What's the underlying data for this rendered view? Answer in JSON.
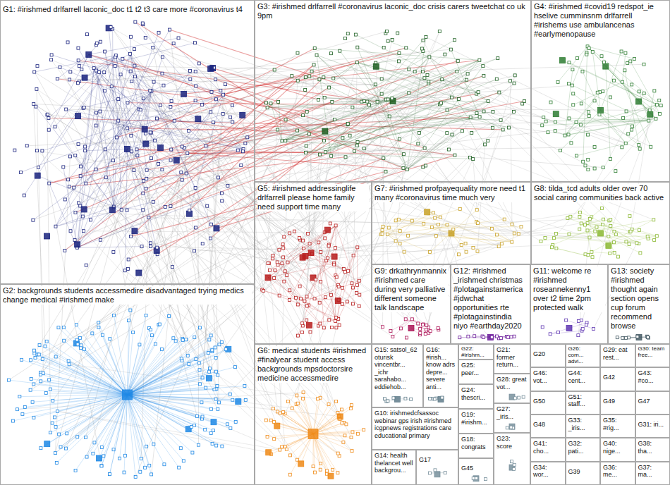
{
  "diagram": {
    "nodes": [
      {
        "text": [
          "G1: #irishmed drlfarrell laconic_doc t1 t2 t3 care more #coronavirus t4"
        ]
      },
      {
        "text": [
          "G3: #irishmed drlfarrell #coronavirus laconic_doc crisis carers tweetchat co uk 9pm"
        ]
      },
      {
        "text": [
          "G4: #irishmed #covid19 redspot_ie hselive cumminsnm drlfarrell #irishems use ambulancenas #earlymenopause"
        ]
      },
      {
        "text": [
          "G5: #irishmed addressinglife drlfarrell please home family need support time many"
        ]
      },
      {
        "text": [
          "G7: #irishmed profpayequality more need t1 many #coronavirus time much very"
        ]
      },
      {
        "text": [
          "G8: tilda_tcd adults older over 70 social caring communities back active"
        ]
      },
      {
        "text": [
          "G9: drkathrynmannix #irishmed care during very palliative different someone talk landscape"
        ]
      },
      {
        "text": [
          "G12: #irishmed _irishmed christmas #plotagainstamerica #jdwchat opportunities rte #plotagainstindia niyo #earthday2020"
        ]
      },
      {
        "text": [
          "G11: welcome re #irishmed roseannekenny1 over t2 time 2pm protected walk"
        ]
      },
      {
        "text": [
          "G13: society #irishmed thought again section opens cup forum recommend browse"
        ]
      },
      {
        "text": [
          "G2: backgrounds students accessmedire disadvantaged trying medics change medical #irishmed make"
        ]
      },
      {
        "text": [
          "G6: medical students #irishmed #finalyear student access backgrounds mpsdoctorsire medicine accessmedire"
        ]
      },
      {
        "text": [
          "G15: satsol_62 oturisk vincentbr... _ichr sarahabo... eddiehob..."
        ]
      },
      {
        "text": [
          "G16: #irish... know adrs depre... severe anti..."
        ]
      },
      {
        "text": [
          "G22: #irishm..."
        ]
      },
      {
        "text": [
          "G21: former return..."
        ]
      },
      {
        "text": [
          "G25: peer..."
        ]
      },
      {
        "text": [
          "G28: great vot..."
        ]
      },
      {
        "text": [
          "G24: thescri..."
        ]
      },
      {
        "text": [
          "G27: _iris..."
        ]
      },
      {
        "text": [
          "G19: #irishm..."
        ]
      },
      {
        "text": [
          "G10: irishmedcfsassoc webinar gps irish #irishmed icgpnews registrations care educational primary"
        ]
      },
      {
        "text": [
          "G23: score"
        ]
      },
      {
        "text": [
          "G18: congrats"
        ]
      },
      {
        "text": [
          "G14: health thelancet well backgrou..."
        ]
      },
      {
        "text": [
          "G17"
        ]
      },
      {
        "text": [
          "G45"
        ]
      },
      {
        "text": [
          "G20"
        ]
      },
      {
        "text": [
          "G26: com... advi..."
        ]
      },
      {
        "text": [
          "G29: eat rest..."
        ]
      },
      {
        "text": [
          "G30: team free..."
        ]
      },
      {
        "text": [
          "G46: vot..."
        ]
      },
      {
        "text": [
          "G44: cent..."
        ]
      },
      {
        "text": [
          "G42"
        ]
      },
      {
        "text": [
          "G43: #co..."
        ]
      },
      {
        "text": [
          "G50"
        ]
      },
      {
        "text": [
          "G51: staff..."
        ]
      },
      {
        "text": [
          "G49"
        ]
      },
      {
        "text": [
          "G47"
        ]
      },
      {
        "text": [
          "G48"
        ]
      },
      {
        "text": [
          "G33: _iris..."
        ]
      },
      {
        "text": [
          "G35: #rig..."
        ]
      },
      {
        "text": [
          "G31: iri..."
        ]
      },
      {
        "text": [
          "G41: cho..."
        ]
      },
      {
        "text": [
          "G32: pati..."
        ]
      },
      {
        "text": [
          "G40: nige..."
        ]
      },
      {
        "text": [
          "G38: tha..."
        ]
      },
      {
        "text": [
          "G34: wor..."
        ]
      },
      {
        "text": [
          "G39"
        ]
      },
      {
        "text": [
          "G36: me..."
        ]
      },
      {
        "text": [
          "G37: ma..."
        ]
      }
    ]
  }
}
